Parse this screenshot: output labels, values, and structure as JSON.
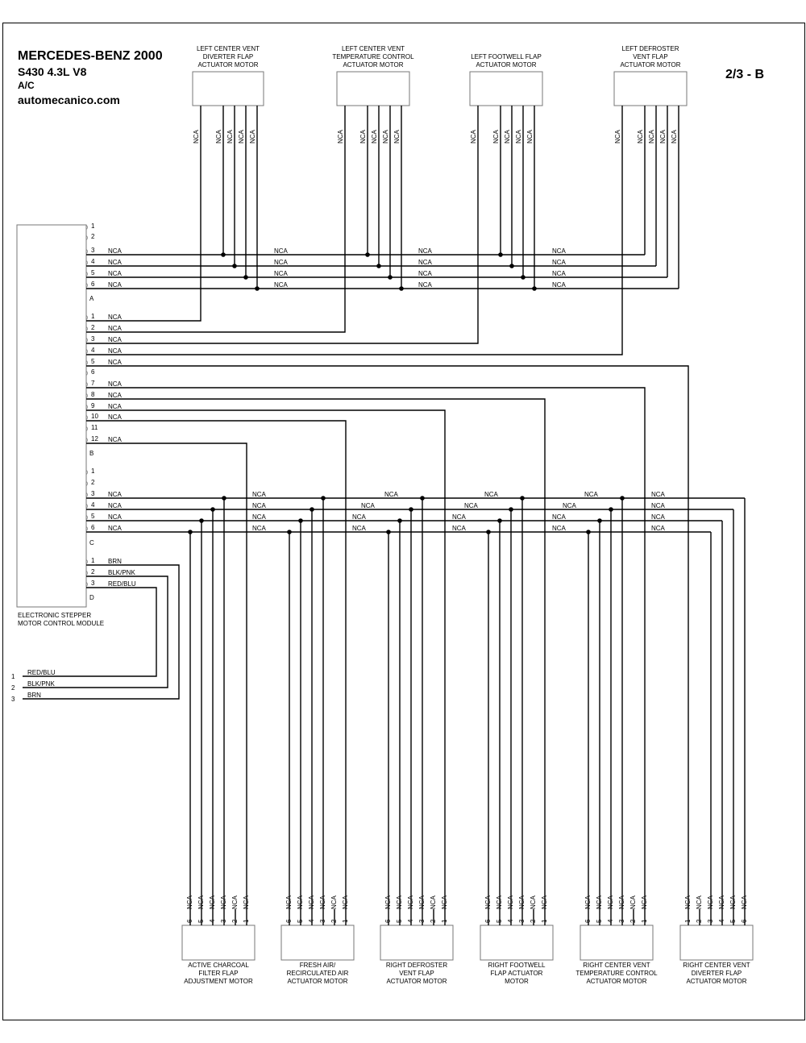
{
  "header": {
    "title": "MERCEDES-BENZ 2000",
    "model": "S430  4.3L  V8",
    "system": "A/C",
    "website": "automecanico.com",
    "page": "2/3 - B"
  },
  "wire_label": "NCA",
  "module": {
    "label_line1": "ELECTRONIC STEPPER",
    "label_line2": "MOTOR CONTROL MODULE",
    "connector_a": {
      "letter": "A",
      "pins": [
        "1",
        "2",
        "3",
        "4",
        "5",
        "6"
      ]
    },
    "connector_b": {
      "letter": "B",
      "pins": [
        "1",
        "2",
        "3",
        "4",
        "5",
        "6",
        "7",
        "8",
        "9",
        "10",
        "11",
        "12"
      ]
    },
    "connector_c": {
      "letter": "C",
      "pins": [
        "1",
        "2",
        "3",
        "4",
        "5",
        "6"
      ]
    },
    "connector_d": {
      "letter": "D",
      "pins": [
        "1",
        "2",
        "3"
      ],
      "colors": [
        "BRN",
        "BLK/PNK",
        "RED/BLU"
      ]
    }
  },
  "power_harness": {
    "pins": [
      "1",
      "2",
      "3"
    ],
    "colors": [
      "RED/BLU",
      "BLK/PNK",
      "BRN"
    ]
  },
  "top_motors": [
    {
      "lines": [
        "LEFT CENTER VENT",
        "DIVERTER FLAP",
        "ACTUATOR MOTOR"
      ]
    },
    {
      "lines": [
        "LEFT CENTER VENT",
        "TEMPERATURE CONTROL",
        "ACTUATOR MOTOR"
      ]
    },
    {
      "lines": [
        "LEFT FOOTWELL FLAP",
        "ACTUATOR MOTOR"
      ]
    },
    {
      "lines": [
        "LEFT DEFROSTER",
        "VENT FLAP",
        "ACTUATOR MOTOR"
      ]
    }
  ],
  "bottom_motors": [
    {
      "lines": [
        "ACTIVE CHARCOAL",
        "FILTER FLAP",
        "ADJUSTMENT MOTOR"
      ],
      "pins": [
        "6",
        "5",
        "4",
        "3",
        "2",
        "1"
      ]
    },
    {
      "lines": [
        "FRESH AIR/",
        "RECIRCULATED AIR",
        "ACTUATOR MOTOR"
      ],
      "pins": [
        "6",
        "5",
        "4",
        "3",
        "2",
        "1"
      ]
    },
    {
      "lines": [
        "RIGHT DEFROSTER",
        "VENT FLAP",
        "ACTUATOR MOTOR"
      ],
      "pins": [
        "6",
        "5",
        "4",
        "3",
        "2",
        "1"
      ]
    },
    {
      "lines": [
        "RIGHT FOOTWELL",
        "FLAP ACTUATOR",
        "MOTOR"
      ],
      "pins": [
        "6",
        "5",
        "4",
        "3",
        "2",
        "1"
      ]
    },
    {
      "lines": [
        "RIGHT CENTER VENT",
        "TEMPERATURE CONTROL",
        "ACTUATOR MOTOR"
      ],
      "pins": [
        "6",
        "5",
        "4",
        "3",
        "2",
        "1"
      ]
    },
    {
      "lines": [
        "RIGHT CENTER VENT",
        "DIVERTER FLAP",
        "ACTUATOR MOTOR"
      ],
      "pins": [
        "1",
        "2",
        "3",
        "4",
        "5",
        "6"
      ]
    }
  ]
}
